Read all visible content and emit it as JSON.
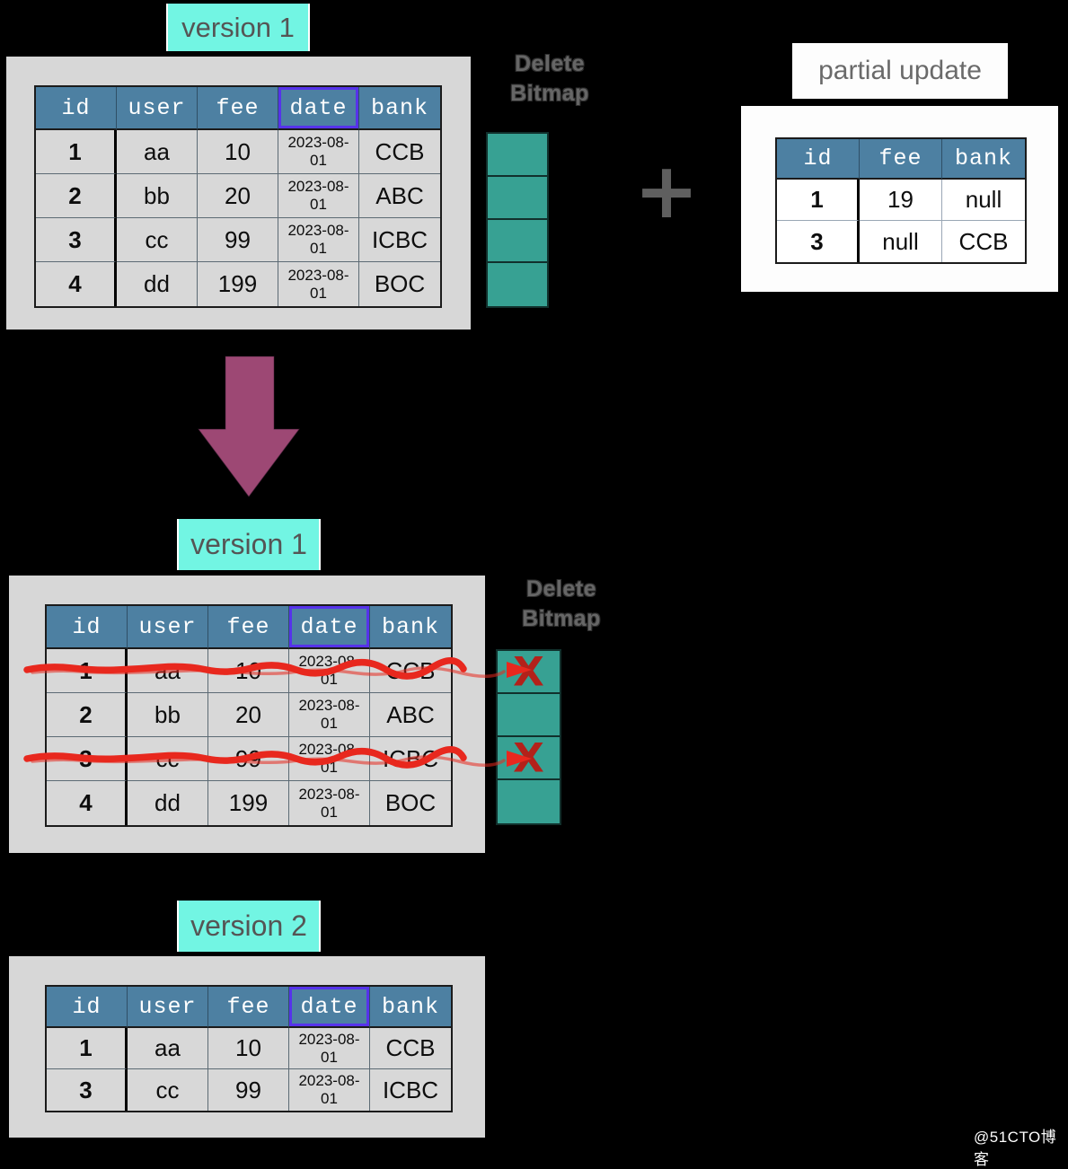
{
  "labels": {
    "version1_top": "version 1",
    "version1_mid": "version 1",
    "version2": "version 2",
    "delete_bitmap_top": "Delete\nBitmap",
    "delete_bitmap_mid": "Delete\nBitmap",
    "partial_update": "partial update",
    "plus": "+",
    "x_mark": "X",
    "watermark": "@51CTO博客"
  },
  "colors": {
    "background": "#000000",
    "table_header_blue": "#4d80a2",
    "cell_gray": "#d8d8d8",
    "container_gray": "#d7d7d7",
    "bitmap_teal": "#37a193",
    "version_label_bg": "#72f5e3",
    "arrow_purple": "#9d4874",
    "strike_red": "#e8281e",
    "x_dark_red": "#b3211a",
    "date_highlight_border": "#5633ea",
    "label_text_gray": "#555555"
  },
  "tables": {
    "version1_top": {
      "headers": [
        "id",
        "user",
        "fee",
        "date",
        "bank"
      ],
      "highlight_col": 3,
      "rows": [
        [
          "1",
          "aa",
          "10",
          "2023-08-01",
          "CCB"
        ],
        [
          "2",
          "bb",
          "20",
          "2023-08-01",
          "ABC"
        ],
        [
          "3",
          "cc",
          "99",
          "2023-08-01",
          "ICBC"
        ],
        [
          "4",
          "dd",
          "199",
          "2023-08-01",
          "BOC"
        ]
      ]
    },
    "partial_update": {
      "headers": [
        "id",
        "fee",
        "bank"
      ],
      "highlight_col": -1,
      "rows": [
        [
          "1",
          "19",
          "null"
        ],
        [
          "3",
          "null",
          "CCB"
        ]
      ]
    },
    "version1_mid": {
      "headers": [
        "id",
        "user",
        "fee",
        "date",
        "bank"
      ],
      "highlight_col": 3,
      "struck_rows": [
        0,
        2
      ],
      "rows": [
        [
          "1",
          "aa",
          "10",
          "2023-08-01",
          "CCB"
        ],
        [
          "2",
          "bb",
          "20",
          "2023-08-01",
          "ABC"
        ],
        [
          "3",
          "cc",
          "99",
          "2023-08-01",
          "ICBC"
        ],
        [
          "4",
          "dd",
          "199",
          "2023-08-01",
          "BOC"
        ]
      ]
    },
    "version2": {
      "headers": [
        "id",
        "user",
        "fee",
        "date",
        "bank"
      ],
      "highlight_col": 3,
      "rows": [
        [
          "1",
          "aa",
          "10",
          "2023-08-01",
          "CCB"
        ],
        [
          "3",
          "cc",
          "99",
          "2023-08-01",
          "ICBC"
        ]
      ]
    }
  },
  "bitmaps": {
    "top": {
      "cell_count": 4,
      "marked": []
    },
    "mid": {
      "cell_count": 4,
      "marked": [
        0,
        2
      ]
    }
  }
}
